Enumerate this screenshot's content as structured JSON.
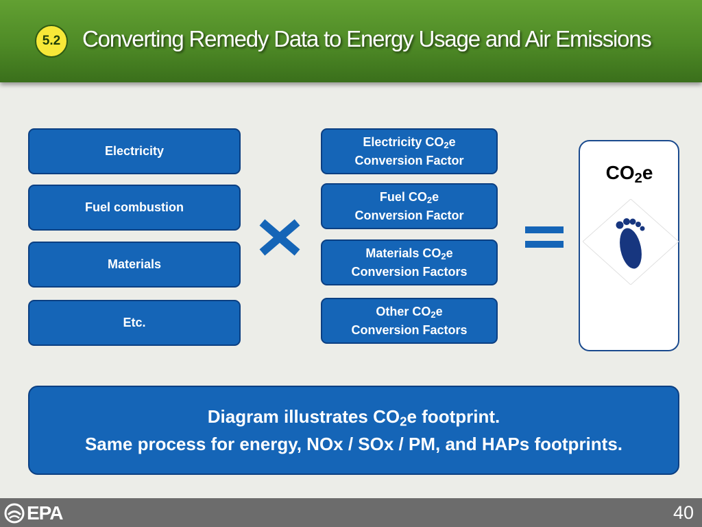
{
  "header": {
    "section_badge": "5.2",
    "title": "Converting Remedy Data to Energy Usage and Air Emissions"
  },
  "inputs": [
    {
      "label": "Electricity"
    },
    {
      "label": "Fuel combustion"
    },
    {
      "label": "Materials"
    },
    {
      "label": "Etc."
    }
  ],
  "factors": [
    {
      "line1_pre": "Electricity CO",
      "sub": "2",
      "line1_post": "e",
      "line2": "Conversion Factor"
    },
    {
      "line1_pre": "Fuel CO",
      "sub": "2",
      "line1_post": "e",
      "line2": "Conversion Factor"
    },
    {
      "line1_pre": "Materials CO",
      "sub": "2",
      "line1_post": "e",
      "line2": "Conversion Factors"
    },
    {
      "line1_pre": "Other CO",
      "sub": "2",
      "line1_post": "e",
      "line2": "Conversion Factors"
    }
  ],
  "operators": {
    "multiply": "multiply-icon",
    "equals": "equals-icon"
  },
  "result": {
    "pre": "CO",
    "sub": "2",
    "post": "e",
    "icon": "footprint-icon"
  },
  "note": {
    "line1_pre": "Diagram illustrates CO",
    "line1_sub": "2",
    "line1_post": "e footprint.",
    "line2": "Same process for energy, NOx / SOx / PM, and HAPs footprints."
  },
  "footer": {
    "logo": "EPA",
    "page_number": "40"
  },
  "colors": {
    "header_green": "#4E8A26",
    "box_blue": "#1565B7",
    "badge_yellow": "#F7E838",
    "footer_gray": "#6C6C6C"
  }
}
